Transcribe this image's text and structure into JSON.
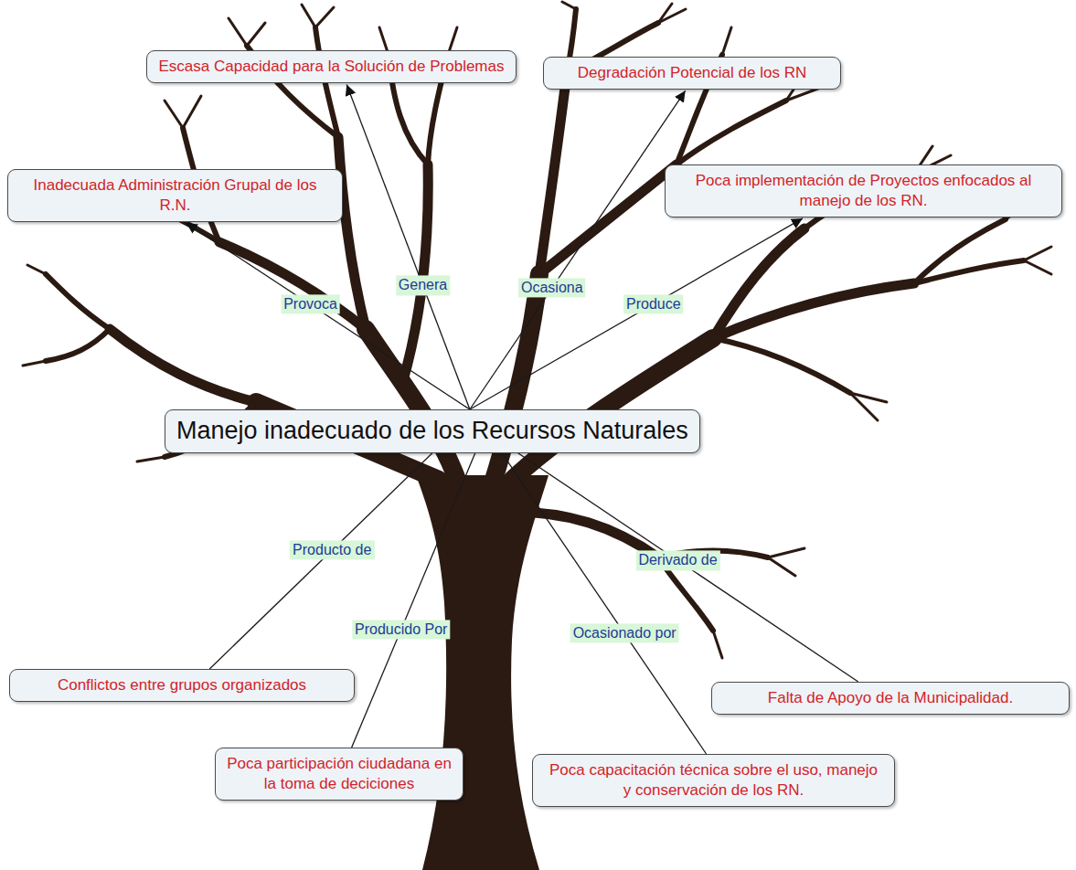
{
  "diagram": {
    "nodes": [
      {
        "text": [
          "Escasa Capacidad para la Solución de Problemas"
        ]
      },
      {
        "text": [
          "Degradación Potencial de los RN"
        ]
      },
      {
        "text": [
          "Inadecuada Administración Grupal de los R.N."
        ]
      },
      {
        "text": [
          "Poca implementación de Proyectos enfocados al manejo de los RN."
        ]
      },
      {
        "text": [
          "Manejo inadecuado de los Recursos Naturales"
        ]
      },
      {
        "text": [
          "Conflictos entre grupos organizados"
        ]
      },
      {
        "text": [
          "Falta de Apoyo de la Municipalidad."
        ]
      },
      {
        "text": [
          "Poca participación ciudadana en la toma de deciciones"
        ]
      },
      {
        "text": [
          "Poca capacitación técnica sobre el uso, manejo y conservación de los RN."
        ]
      }
    ],
    "edges": [
      {
        "from": 4,
        "to": 2,
        "arrow": "to",
        "label": "Provoca"
      },
      {
        "from": 4,
        "to": 0,
        "arrow": "to",
        "label": "Genera"
      },
      {
        "from": 4,
        "to": 1,
        "arrow": "to",
        "label": "Ocasiona"
      },
      {
        "from": 4,
        "to": 3,
        "arrow": "to",
        "label": "Produce"
      },
      {
        "from": 4,
        "to": 5,
        "arrow": "none",
        "label": "Producto de"
      },
      {
        "from": 4,
        "to": 7,
        "arrow": "none",
        "label": "Producido Por"
      },
      {
        "from": 4,
        "to": 8,
        "arrow": "none",
        "label": "Ocasionado por"
      },
      {
        "from": 4,
        "to": 6,
        "arrow": "none",
        "label": "Derivado de"
      }
    ]
  }
}
